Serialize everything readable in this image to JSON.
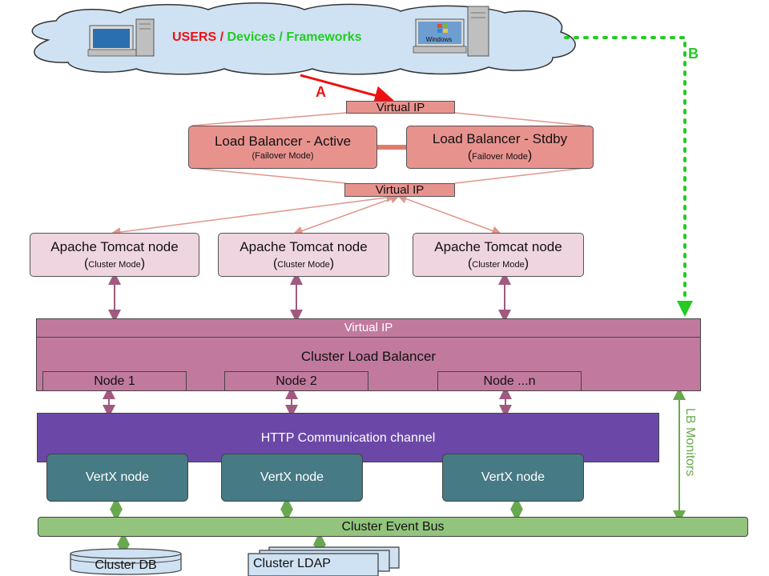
{
  "users": {
    "users_word": "USERS",
    "slash1": " / ",
    "devices": "Devices",
    "slash2": " / ",
    "frameworks": "Frameworks",
    "windows_label": "Windows"
  },
  "flows": {
    "a": "A",
    "b": "B"
  },
  "top_vip": "Virtual IP",
  "load_balancers": [
    {
      "label": "Load Balancer - Active",
      "mode": "(Failover Mode)"
    },
    {
      "label": "Load Balancer - Stdby",
      "mode_paren_open": "(",
      "mode": "Failover Mode",
      "mode_paren_close": ")"
    }
  ],
  "mid_vip": "Virtual IP",
  "tomcat_nodes": [
    {
      "label": "Apache Tomcat node",
      "mode_paren_open": "(",
      "mode": "Cluster Mode",
      "mode_paren_close": ")"
    },
    {
      "label": "Apache Tomcat node",
      "mode_paren_open": "(",
      "mode": "Cluster Mode",
      "mode_paren_close": ")"
    },
    {
      "label": "Apache Tomcat node",
      "mode_paren_open": "(",
      "mode": "Cluster Mode",
      "mode_paren_close": ")"
    }
  ],
  "cluster_lb": {
    "vip": "Virtual IP",
    "title": "Cluster Load Balancer",
    "nodes": [
      "Node 1",
      "Node 2",
      "Node ...n"
    ]
  },
  "http_channel": "HTTP Communication channel",
  "vertx_nodes": [
    "VertX node",
    "VertX node",
    "VertX node"
  ],
  "lb_monitors": "LB Monitors",
  "event_bus": "Cluster Event Bus",
  "cluster_db": "Cluster DB",
  "cluster_ldap": "Cluster LDAP",
  "colors": {
    "lb_fill": "#e8928e",
    "tomcat_fill": "#efd5df",
    "cluster_lb_fill": "#c17a9e",
    "http_fill": "#6b48a8",
    "vertx_fill": "#467a84",
    "bus_fill": "#93c47d",
    "cloud_fill": "#cfe2f3",
    "arrow_a": "#ee1111",
    "arrow_b": "#22cc22",
    "monitor_arrow": "#6aa84f"
  }
}
